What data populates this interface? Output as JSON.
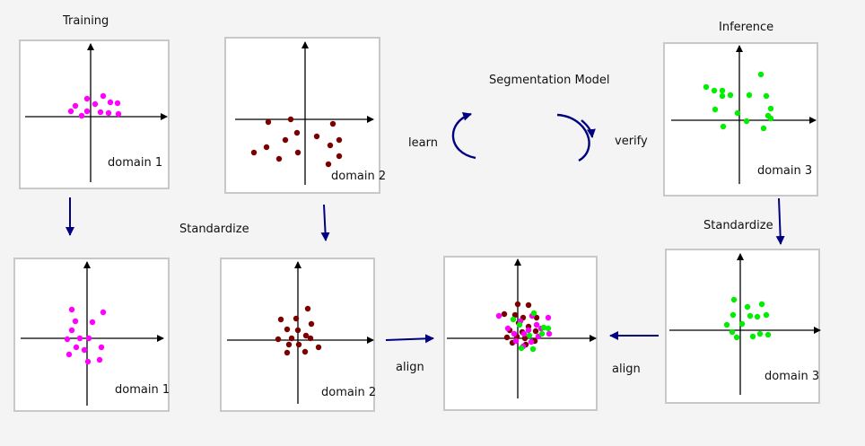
{
  "headings": {
    "training": "Training",
    "inference": "Inference",
    "standardize_left": "Standardize",
    "standardize_right": "Standardize",
    "model": "Segmentation Model",
    "learn": "learn",
    "verify": "verify",
    "align_left": "align",
    "align_right": "align"
  },
  "colors": {
    "domain1": "#ff00ff",
    "domain2": "#7a0000",
    "domain3": "#00ee00",
    "arrow": "#000080",
    "axis": "#000000",
    "panel_border": "#c8c8c8",
    "panel_bg": "#ffffff",
    "page_bg": "#f4f4f4"
  },
  "panels": [
    {
      "id": "train-d1",
      "label": "domain 1"
    },
    {
      "id": "train-d2",
      "label": "domain 2"
    },
    {
      "id": "infer-d3",
      "label": "domain 3"
    },
    {
      "id": "std-d1",
      "label": "domain 1"
    },
    {
      "id": "std-d2",
      "label": "domain 2"
    },
    {
      "id": "aligned",
      "label": ""
    },
    {
      "id": "std-d3",
      "label": "domain 3"
    }
  ],
  "icons": [
    "learn-cycle-arrow-icon",
    "verify-cycle-arrow-icon",
    "flow-arrow-icon"
  ]
}
